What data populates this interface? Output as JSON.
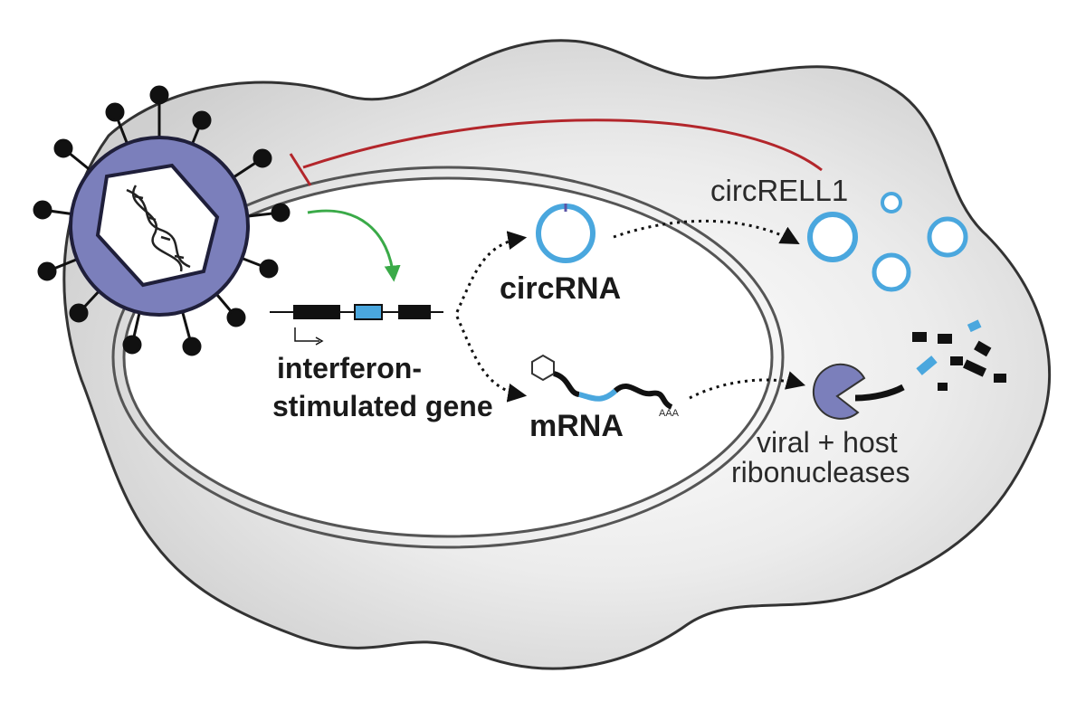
{
  "labels": {
    "circ_rell1": "circRELL1",
    "circrna": "circRNA",
    "mrna": "mRNA",
    "polya": "AAA",
    "isg_line1": "interferon-",
    "isg_line2": "stimulated gene",
    "rnase_line1": "viral + host",
    "rnase_line2": "ribonucleases"
  },
  "colors": {
    "virus_capsid": "#7b7fbb",
    "circ_blue": "#4aa7de",
    "inhibit_red": "#b3262b",
    "activate_green": "#3aaa48",
    "cell_fill": "#e6e6e6",
    "outline": "#333333"
  },
  "icons": {
    "virus": "virus-particle-icon",
    "dna": "dna-helix-icon",
    "rnase": "pacman-ribonuclease-icon"
  }
}
